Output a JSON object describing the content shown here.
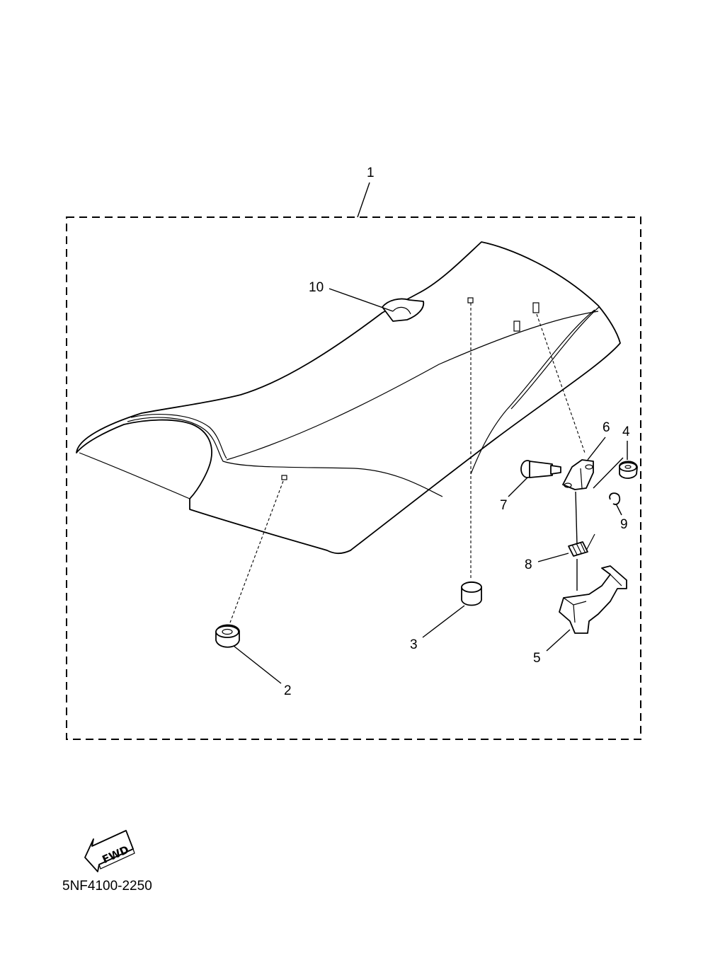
{
  "diagram": {
    "callouts": {
      "c1": "1",
      "c2": "2",
      "c3": "3",
      "c4": "4",
      "c5": "5",
      "c6": "6",
      "c7": "7",
      "c8": "8",
      "c9": "9",
      "c10": "10"
    },
    "fwd_label": "FWD",
    "drawing_code": "5NF4100-2250"
  }
}
